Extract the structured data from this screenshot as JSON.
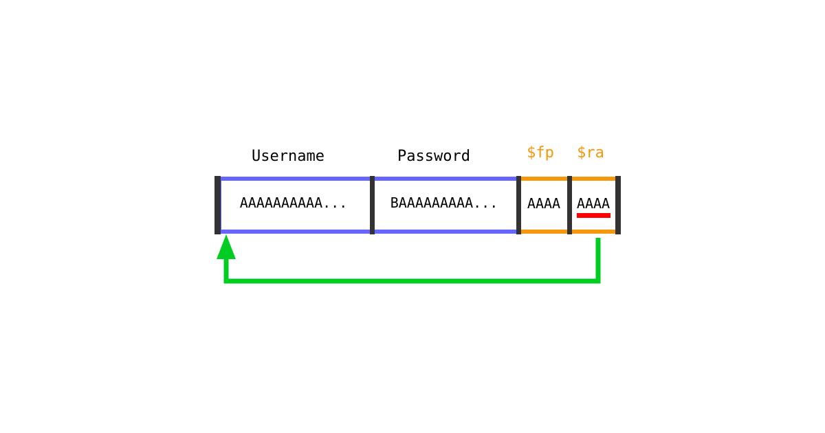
{
  "fields": {
    "username": {
      "label": "Username",
      "value": "AAAAAAAAAA..."
    },
    "password": {
      "label": "Password",
      "value": "BAAAAAAAAA..."
    },
    "fp": {
      "label": "$fp",
      "value": "AAAA"
    },
    "ra": {
      "label": "$ra",
      "value": "AAAA"
    }
  },
  "colors": {
    "buffer_border": "#6666ff",
    "register_border": "#f5980d",
    "register_label": "#f5980d",
    "separator": "#333333",
    "arrow": "#00cc22",
    "marker": "#ff0000",
    "text": "#000000"
  }
}
